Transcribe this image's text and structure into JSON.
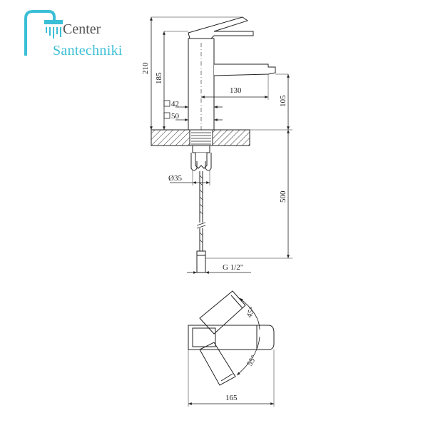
{
  "brand": {
    "line1": "Center",
    "line2": "Santechniki",
    "colors": {
      "accent": "#3bbfd6",
      "text": "#555555"
    }
  },
  "dimensions": {
    "overall_height": "210",
    "spout_height": "185",
    "spout_reach": "130",
    "outlet_height": "105",
    "body_square": "42",
    "base_square": "50",
    "hose_length": "500",
    "shank_diameter": "Ø35",
    "thread": "G 1/2\"",
    "angle_back": "45°",
    "angle_front": "55°",
    "top_width": "165"
  }
}
